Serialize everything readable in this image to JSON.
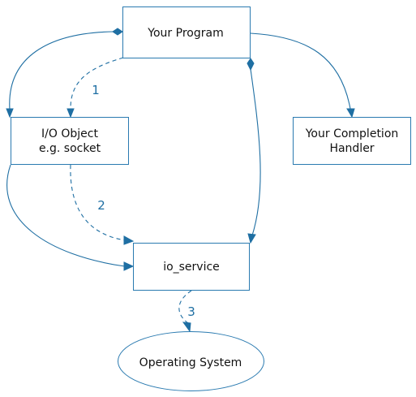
{
  "nodes": {
    "your_program": {
      "label": "Your Program"
    },
    "io_object": {
      "lines": [
        "I/O Object",
        "e.g. socket"
      ]
    },
    "completion_handler": {
      "lines": [
        "Your Completion",
        "Handler"
      ]
    },
    "io_service": {
      "label": "io_service"
    },
    "operating_system": {
      "label": "Operating System"
    }
  },
  "edges": {
    "step1": {
      "label": "1"
    },
    "step2": {
      "label": "2"
    },
    "step3": {
      "label": "3"
    }
  },
  "colors": {
    "stroke": "#2a7ab0",
    "edge": "#1f6fa3",
    "text": "#111111",
    "background": "#ffffff"
  }
}
